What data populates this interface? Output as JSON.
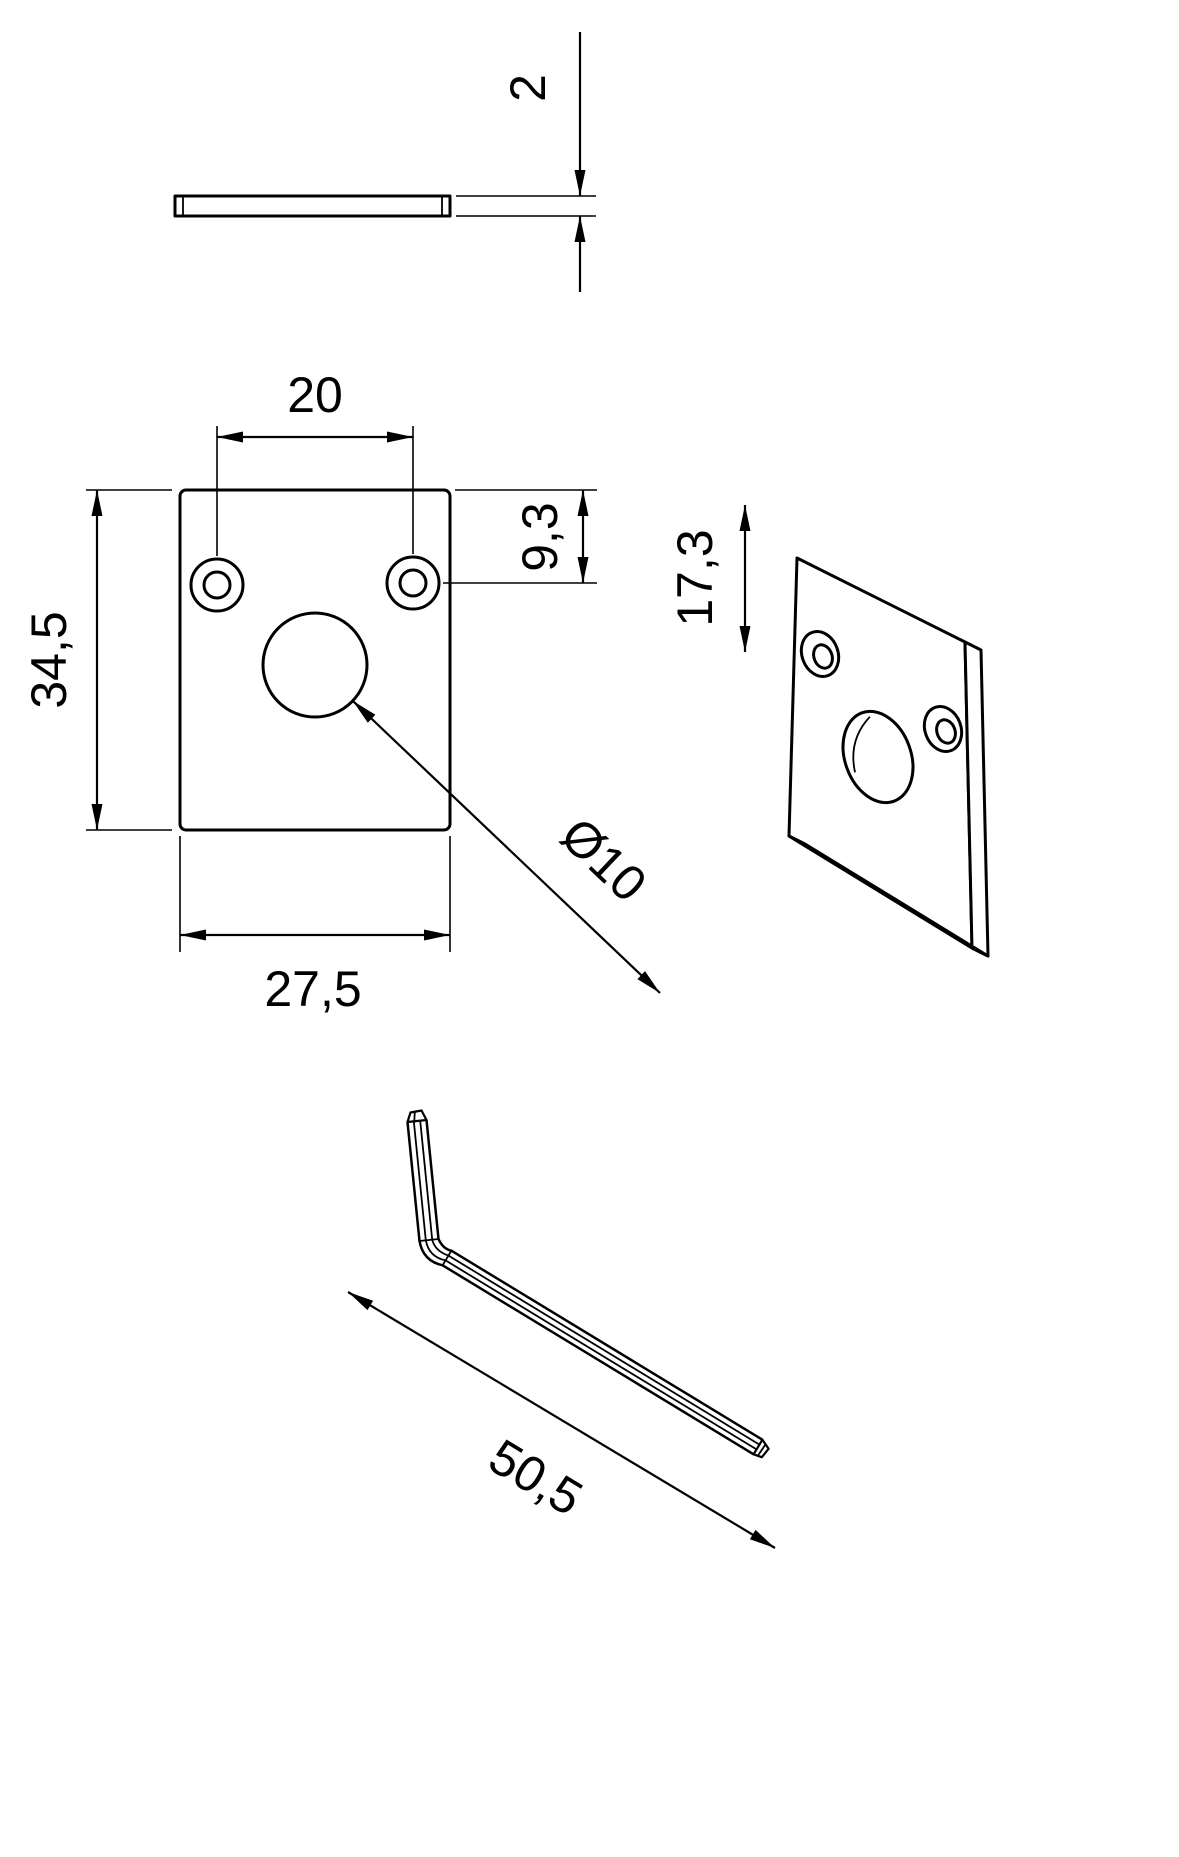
{
  "page": {
    "background_color": "#ffffff",
    "line_color": "#000000"
  },
  "dimensions": {
    "plate_thickness": "2",
    "hole_spacing": "20",
    "plate_height": "34,5",
    "hole_vertical_offset": "9,3",
    "iso_hole_offset": "17,3",
    "plate_width": "27,5",
    "center_hole_diameter": "Ø10",
    "hex_key_length": "50,5"
  }
}
